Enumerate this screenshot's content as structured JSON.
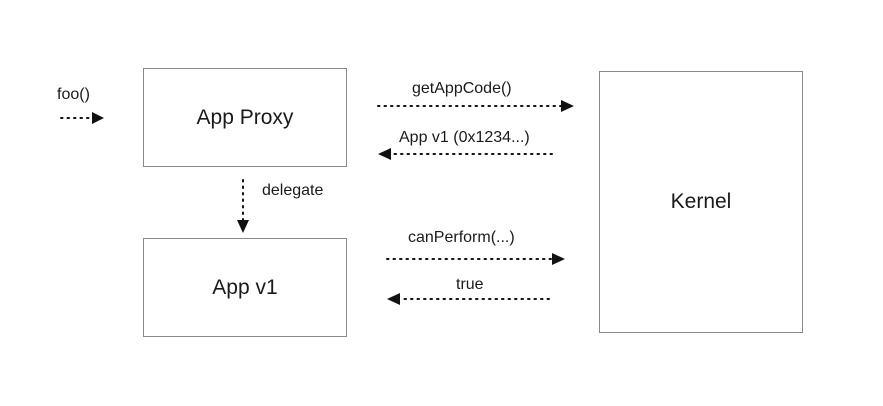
{
  "nodes": {
    "proxy": "App Proxy",
    "app": "App v1",
    "kernel": "Kernel"
  },
  "edges": {
    "foo": "foo()",
    "get_app_code": "getAppCode()",
    "app_v1_addr": "App v1 (0x1234...)",
    "delegate": "delegate",
    "can_perform": "canPerform(...)",
    "true_ret": "true"
  },
  "colors": {
    "box_border": "#8a8a8a",
    "arrow": "#111111",
    "text": "#1a1a1a"
  }
}
